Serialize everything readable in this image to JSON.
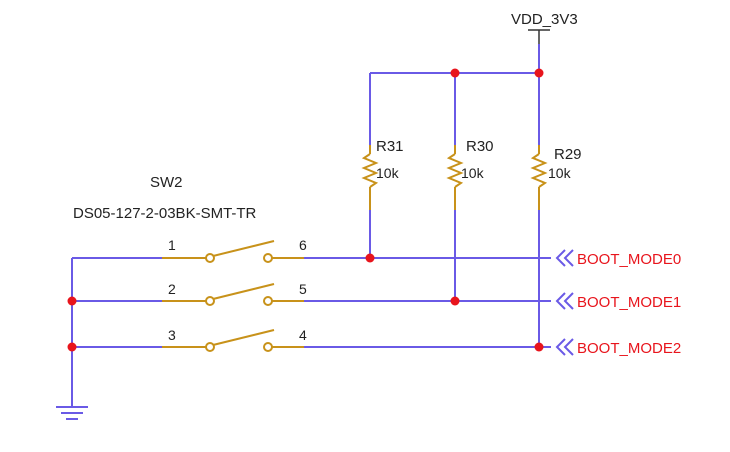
{
  "power": {
    "label": "VDD_3V3"
  },
  "switch": {
    "ref": "SW2",
    "part": "DS05-127-2-03BK-SMT-TR",
    "pins": [
      "1",
      "2",
      "3",
      "4",
      "5",
      "6"
    ]
  },
  "resistors": [
    {
      "ref": "R31",
      "value": "10k"
    },
    {
      "ref": "R30",
      "value": "10k"
    },
    {
      "ref": "R29",
      "value": "10k"
    }
  ],
  "nets": [
    "BOOT_MODE0",
    "BOOT_MODE1",
    "BOOT_MODE2"
  ],
  "colors": {
    "wire": "#6a5ae6",
    "component": "#c8921a",
    "junction": "#e8141c",
    "net_label": "#e8141c"
  }
}
